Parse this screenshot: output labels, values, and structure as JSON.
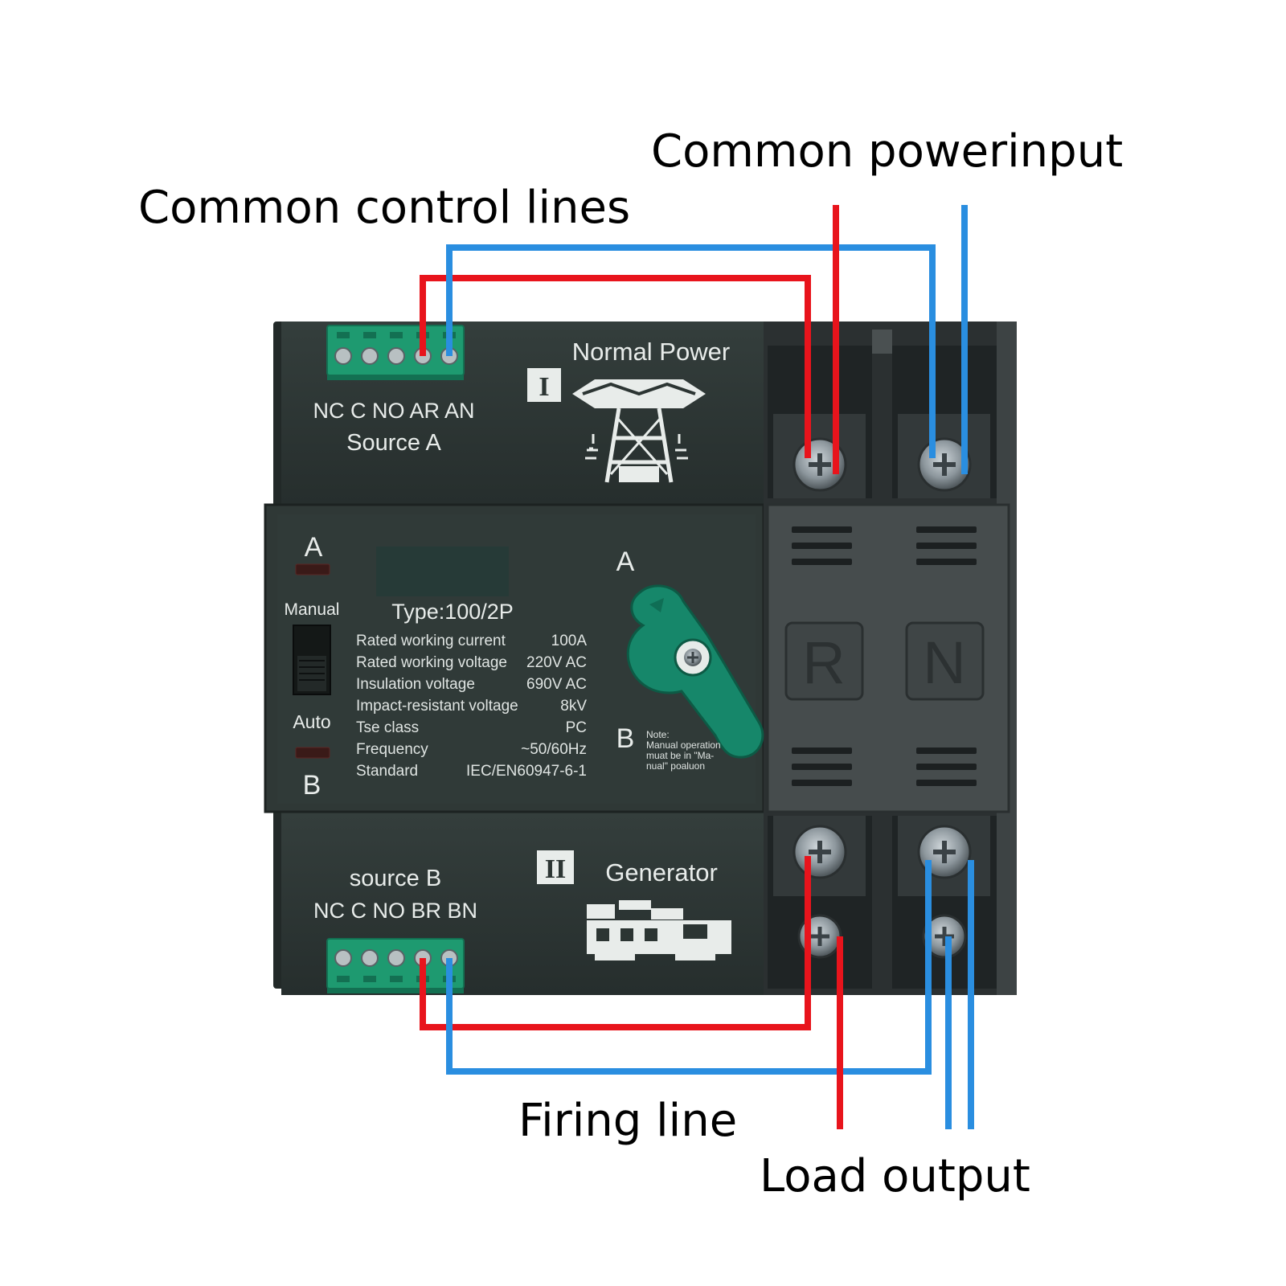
{
  "callouts": {
    "power_input": "Common powerinput",
    "control_lines": "Common control lines",
    "firing_line": "Firing line",
    "load_output": "Load output"
  },
  "source_a": {
    "terminals": "NC C NO AR AN",
    "name": "Source A",
    "roman": "I",
    "title": "Normal Power",
    "icon": "transmission-tower-icon"
  },
  "source_b": {
    "name": "source B",
    "terminals": "NC C NO BR BN",
    "roman": "II",
    "title": "Generator",
    "icon": "generator-icon"
  },
  "panel": {
    "indicator_a": "A",
    "indicator_b": "B",
    "manual": "Manual",
    "auto": "Auto",
    "type": "Type:100/2P",
    "switch_a": "A",
    "switch_b": "B",
    "note": [
      "Note:",
      "Manual operation",
      "muat be in \"Ma-",
      "nual\" poaluon"
    ],
    "specs": [
      {
        "label": "Rated working current",
        "value": "100A"
      },
      {
        "label": "Rated working voltage",
        "value": "220V AC"
      },
      {
        "label": "Insulation voltage",
        "value": "690V AC"
      },
      {
        "label": "Impact-resistant voltage",
        "value": "8kV"
      },
      {
        "label": "Tse class",
        "value": "PC"
      },
      {
        "label": "Frequency",
        "value": "~50/60Hz"
      },
      {
        "label": "Standard",
        "value": "IEC/EN60947-6-1"
      }
    ]
  },
  "poles": {
    "live": "R",
    "neutral": "N"
  },
  "colors": {
    "live_wire": "#e8141c",
    "neutral_wire": "#2a8ee0",
    "body": "#2c3533",
    "terminal_block": "#1e9a70",
    "handle": "#16876a"
  }
}
